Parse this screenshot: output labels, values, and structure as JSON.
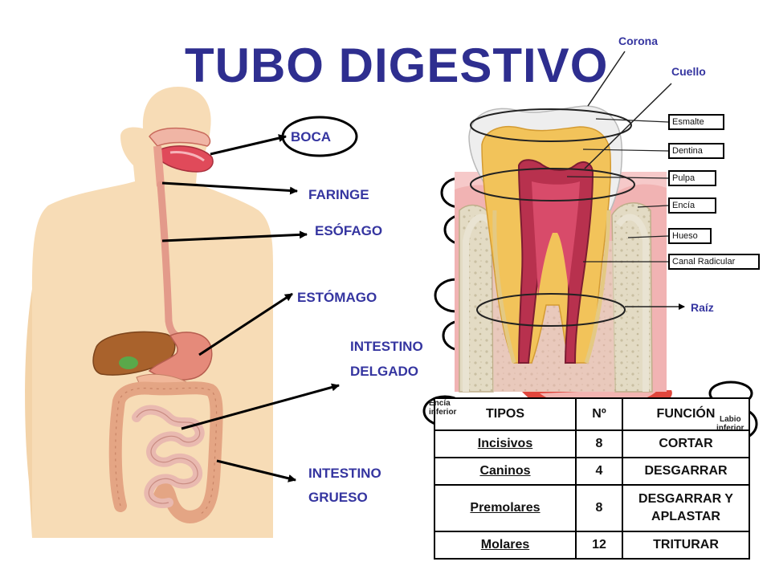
{
  "title": "TUBO DIGESTIVO",
  "organs": {
    "boca": "BOCA",
    "faringe": "FARINGE",
    "esofago": "ESÓFAGO",
    "estomago": "ESTÓMAGO",
    "intestino_delgado_1": "INTESTINO",
    "intestino_delgado_2": "DELGADO",
    "intestino_grueso_1": "INTESTINO",
    "intestino_grueso_2": "GRUESO"
  },
  "tooth": {
    "corona": "Corona",
    "cuello": "Cuello",
    "raiz": "Raíz",
    "parts": [
      "Esmalte",
      "Dentina",
      "Pulpa",
      "Encía",
      "Hueso",
      "Canal Radicular"
    ]
  },
  "mouth_labels": {
    "encia_inferior_1": "Encía",
    "encia_inferior_2": "inferior",
    "labio_inferior_1": "Labio",
    "labio_inferior_2": "inferior"
  },
  "table": {
    "headers": [
      "TIPOS",
      "Nº",
      "FUNCIÓN"
    ],
    "rows": [
      {
        "tipo": "Incisivos",
        "n": "8",
        "funcion": "CORTAR"
      },
      {
        "tipo": "Caninos",
        "n": "4",
        "funcion": "DESGARRAR"
      },
      {
        "tipo": "Premolares",
        "n": "8",
        "funcion": "DESGARRAR Y APLASTAR"
      },
      {
        "tipo": "Molares",
        "n": "12",
        "funcion": "TRITURAR"
      }
    ]
  },
  "colors": {
    "title": "#2e2e8f",
    "label": "#3535a0",
    "body": "#f7dcb6",
    "tract": "#e8a08f",
    "enamel": "#eeeeee",
    "dentin": "#f2c35a",
    "pulp": "#b8314e",
    "gum": "#f4c6c6",
    "bone": "#e0d8c2"
  }
}
